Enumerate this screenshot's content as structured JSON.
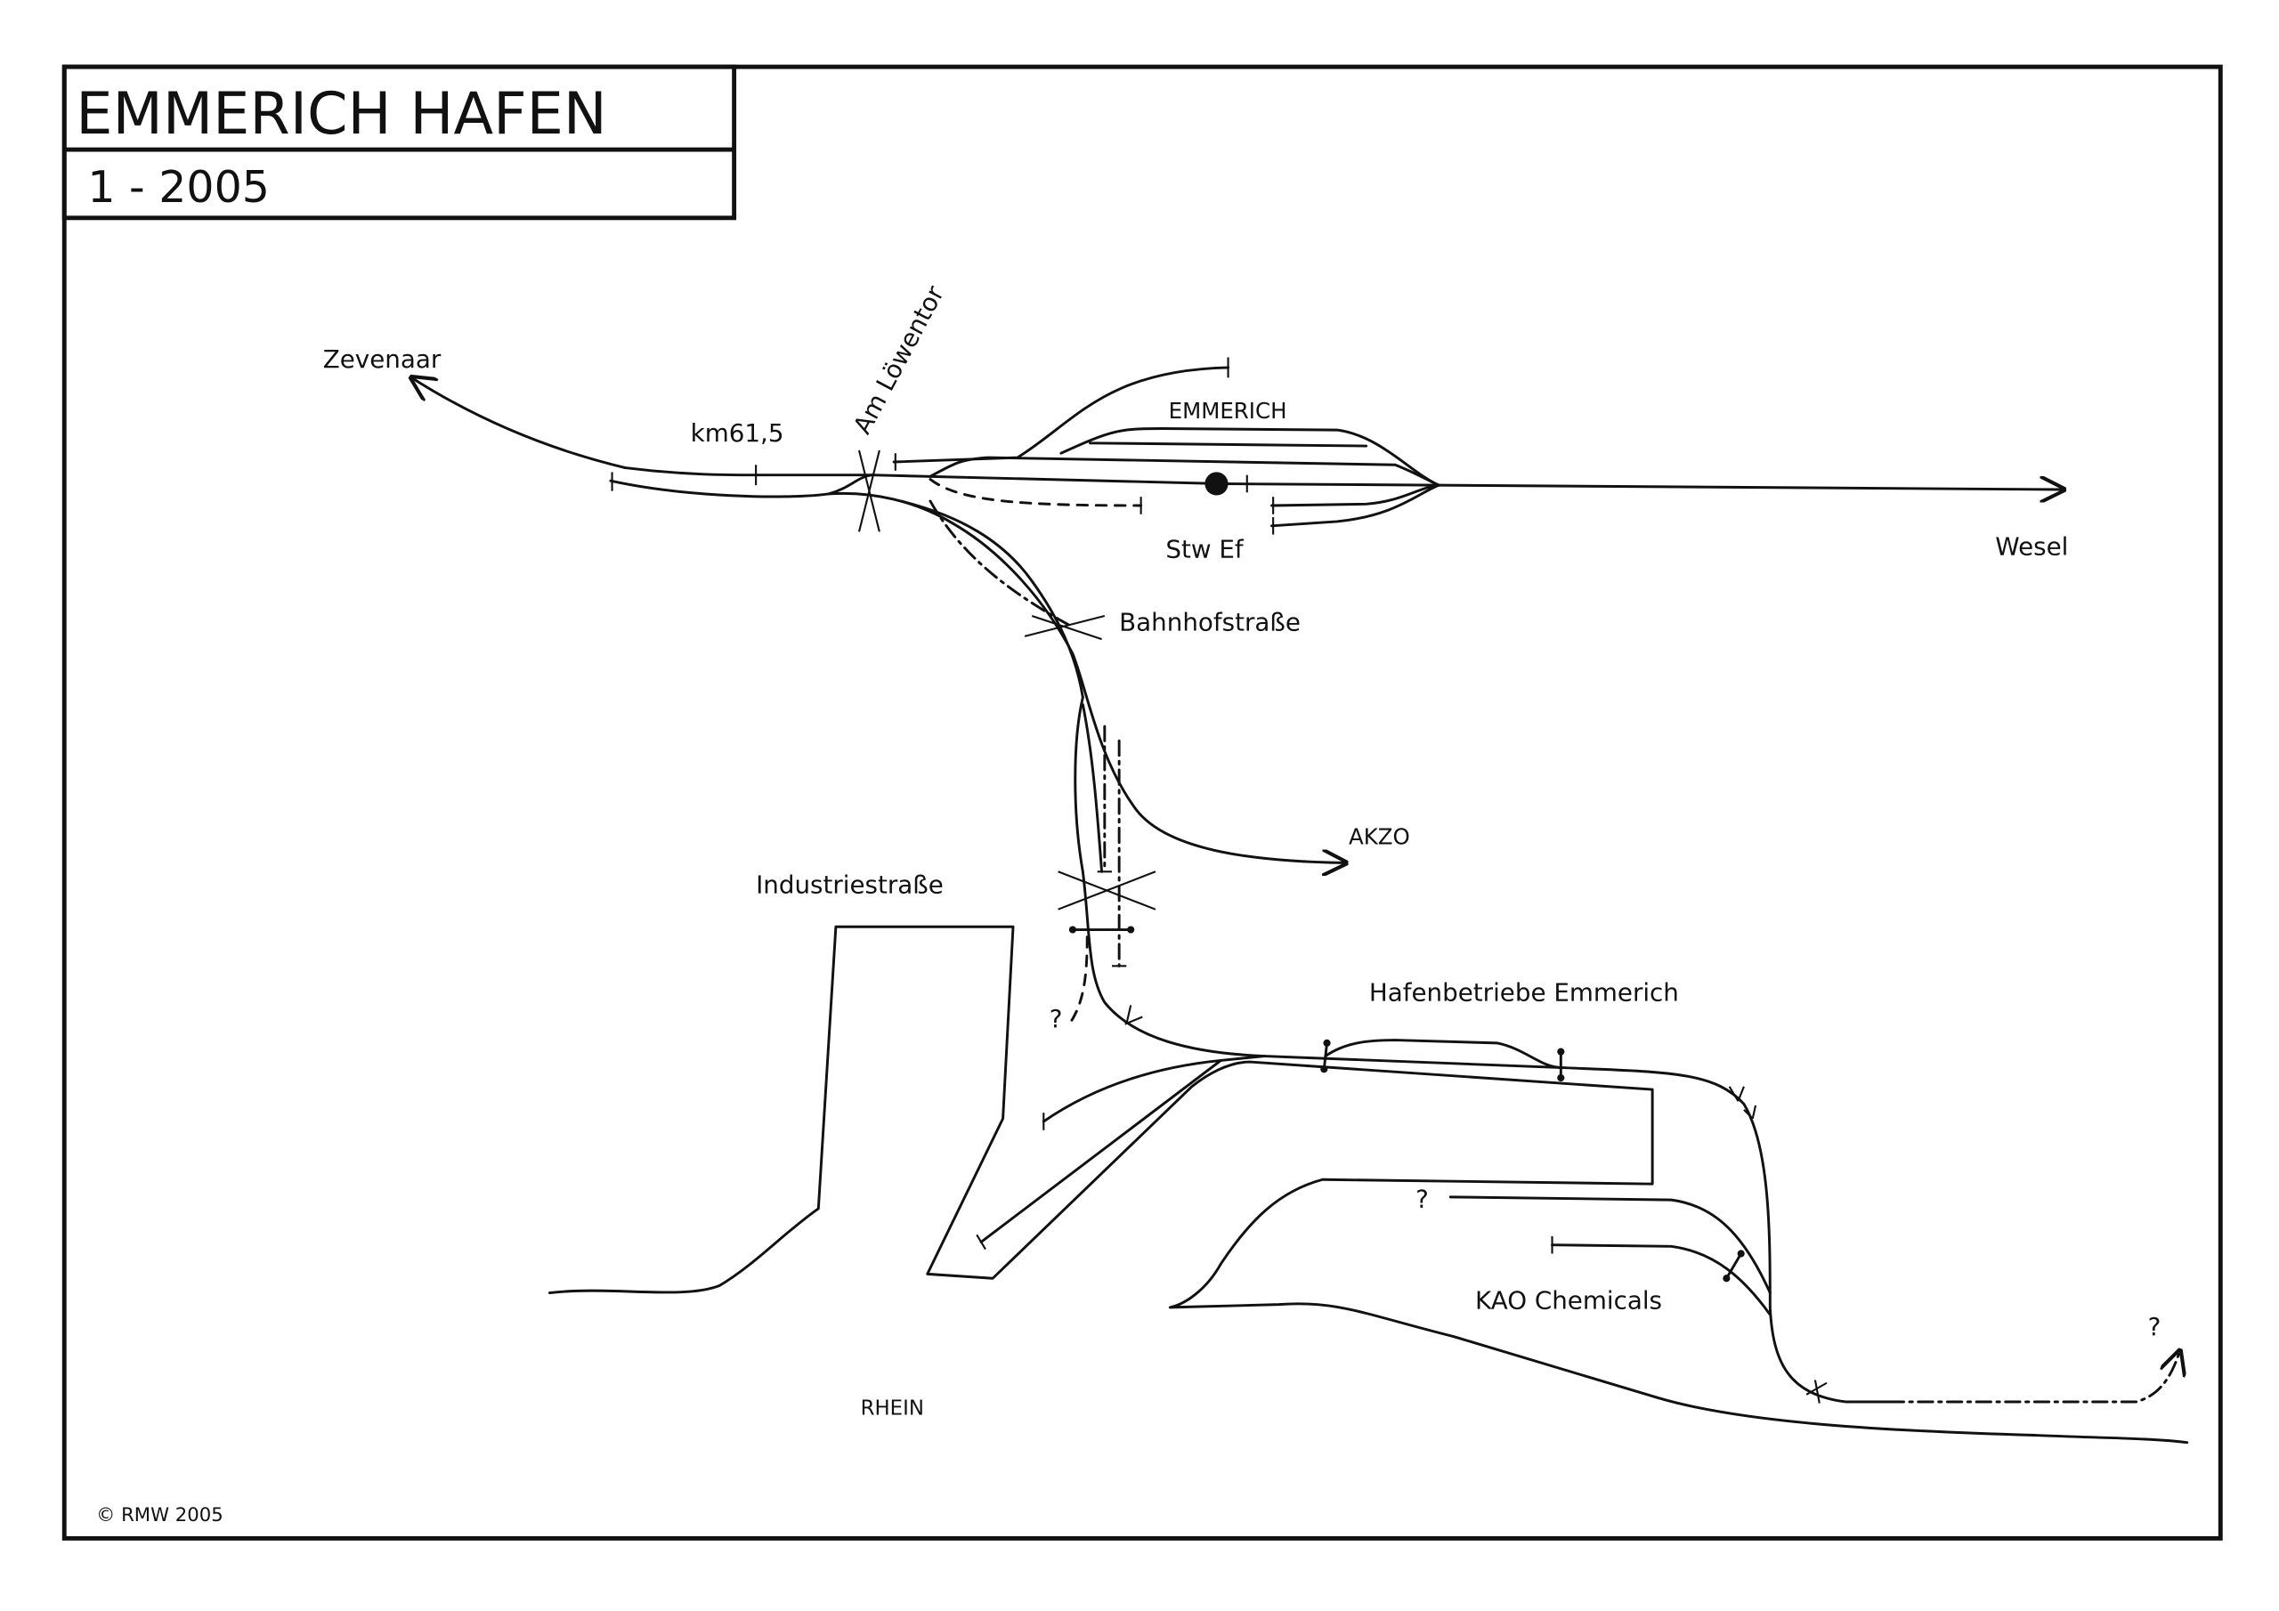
{
  "title": "EMMERICH HAFEN",
  "date": "1 - 2005",
  "labels": {
    "zevenaar": "Zevenaar",
    "km": "km61,5",
    "am_loewentor": "Am Löwentor",
    "emmerich": "EMMERICH",
    "stw": "Stw Ef",
    "wesel": "Wesel",
    "bahnhofstrasse": "Bahnhofstraße",
    "akzo": "AKZO",
    "industriestrasse": "Industriestraße",
    "hafenbetriebe": "Hafenbetriebe Emmerich",
    "kao": "KAO Chemicals",
    "rhein": "RHEIN",
    "unknown": "?"
  },
  "copyright": "© RMW 2005"
}
